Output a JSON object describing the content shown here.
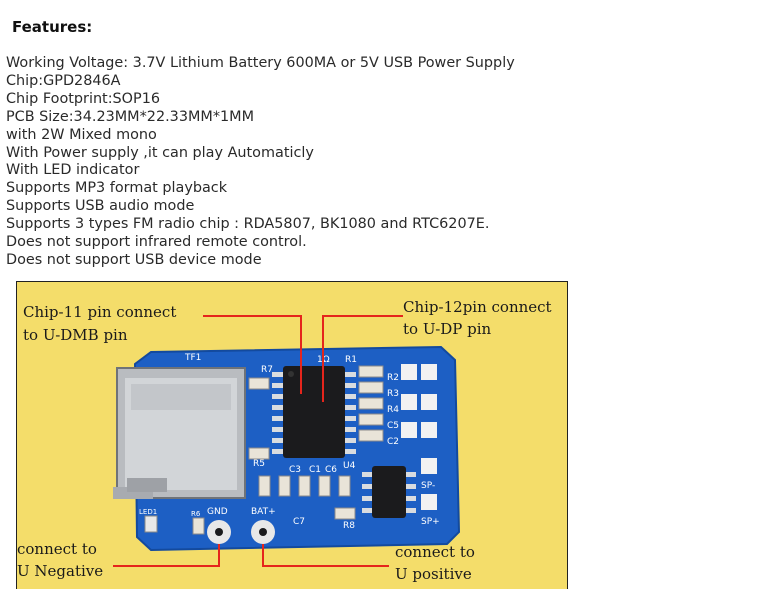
{
  "heading": "Features:",
  "features": [
    "Working Voltage: 3.7V Lithium Battery 600MA or 5V USB Power Supply",
    "Chip:GPD2846A",
    "Chip Footprint:SOP16",
    "PCB Size:34.23MM*22.33MM*1MM",
    "with 2W Mixed mono",
    "With Power supply ,it can play Automaticly",
    "With LED indicator",
    "Supports MP3 format playback",
    "Supports USB audio mode",
    "Supports 3 types FM radio chip : RDA5807, BK1080 and RTC6207E.",
    "Does not support infrared remote control.",
    "Does not support USB device mode"
  ],
  "photo": {
    "annotations": {
      "chip11_line1": "Chip-11 pin connect",
      "chip11_line2": "to U-DMB pin",
      "chip12_line1": "Chip-12pin connect",
      "chip12_line2": "to U-DP pin",
      "gnd_line1": "connect to",
      "gnd_line2": "U Negative",
      "bat_line1": "connect to",
      "bat_line2": "U positive"
    },
    "silkscreen": {
      "tf1": "TF1",
      "r7": "R7",
      "r5": "R5",
      "one_omega": "1Ω",
      "r1": "R1",
      "r2": "R2",
      "r3": "R3",
      "r4": "R4",
      "c5": "C5",
      "c2": "C2",
      "c3": "C3",
      "c1": "C1",
      "c6": "C6",
      "u4": "U4",
      "c7": "C7",
      "r8": "R8",
      "led1": "LED1",
      "r6": "R6",
      "gnd": "GND",
      "bat_plus": "BAT+",
      "sp_minus": "SP-",
      "sp_plus": "SP+"
    },
    "colors": {
      "background": "#f4dd6a",
      "pcb": "#1d5fc4",
      "leader_line": "#e5251c"
    }
  }
}
